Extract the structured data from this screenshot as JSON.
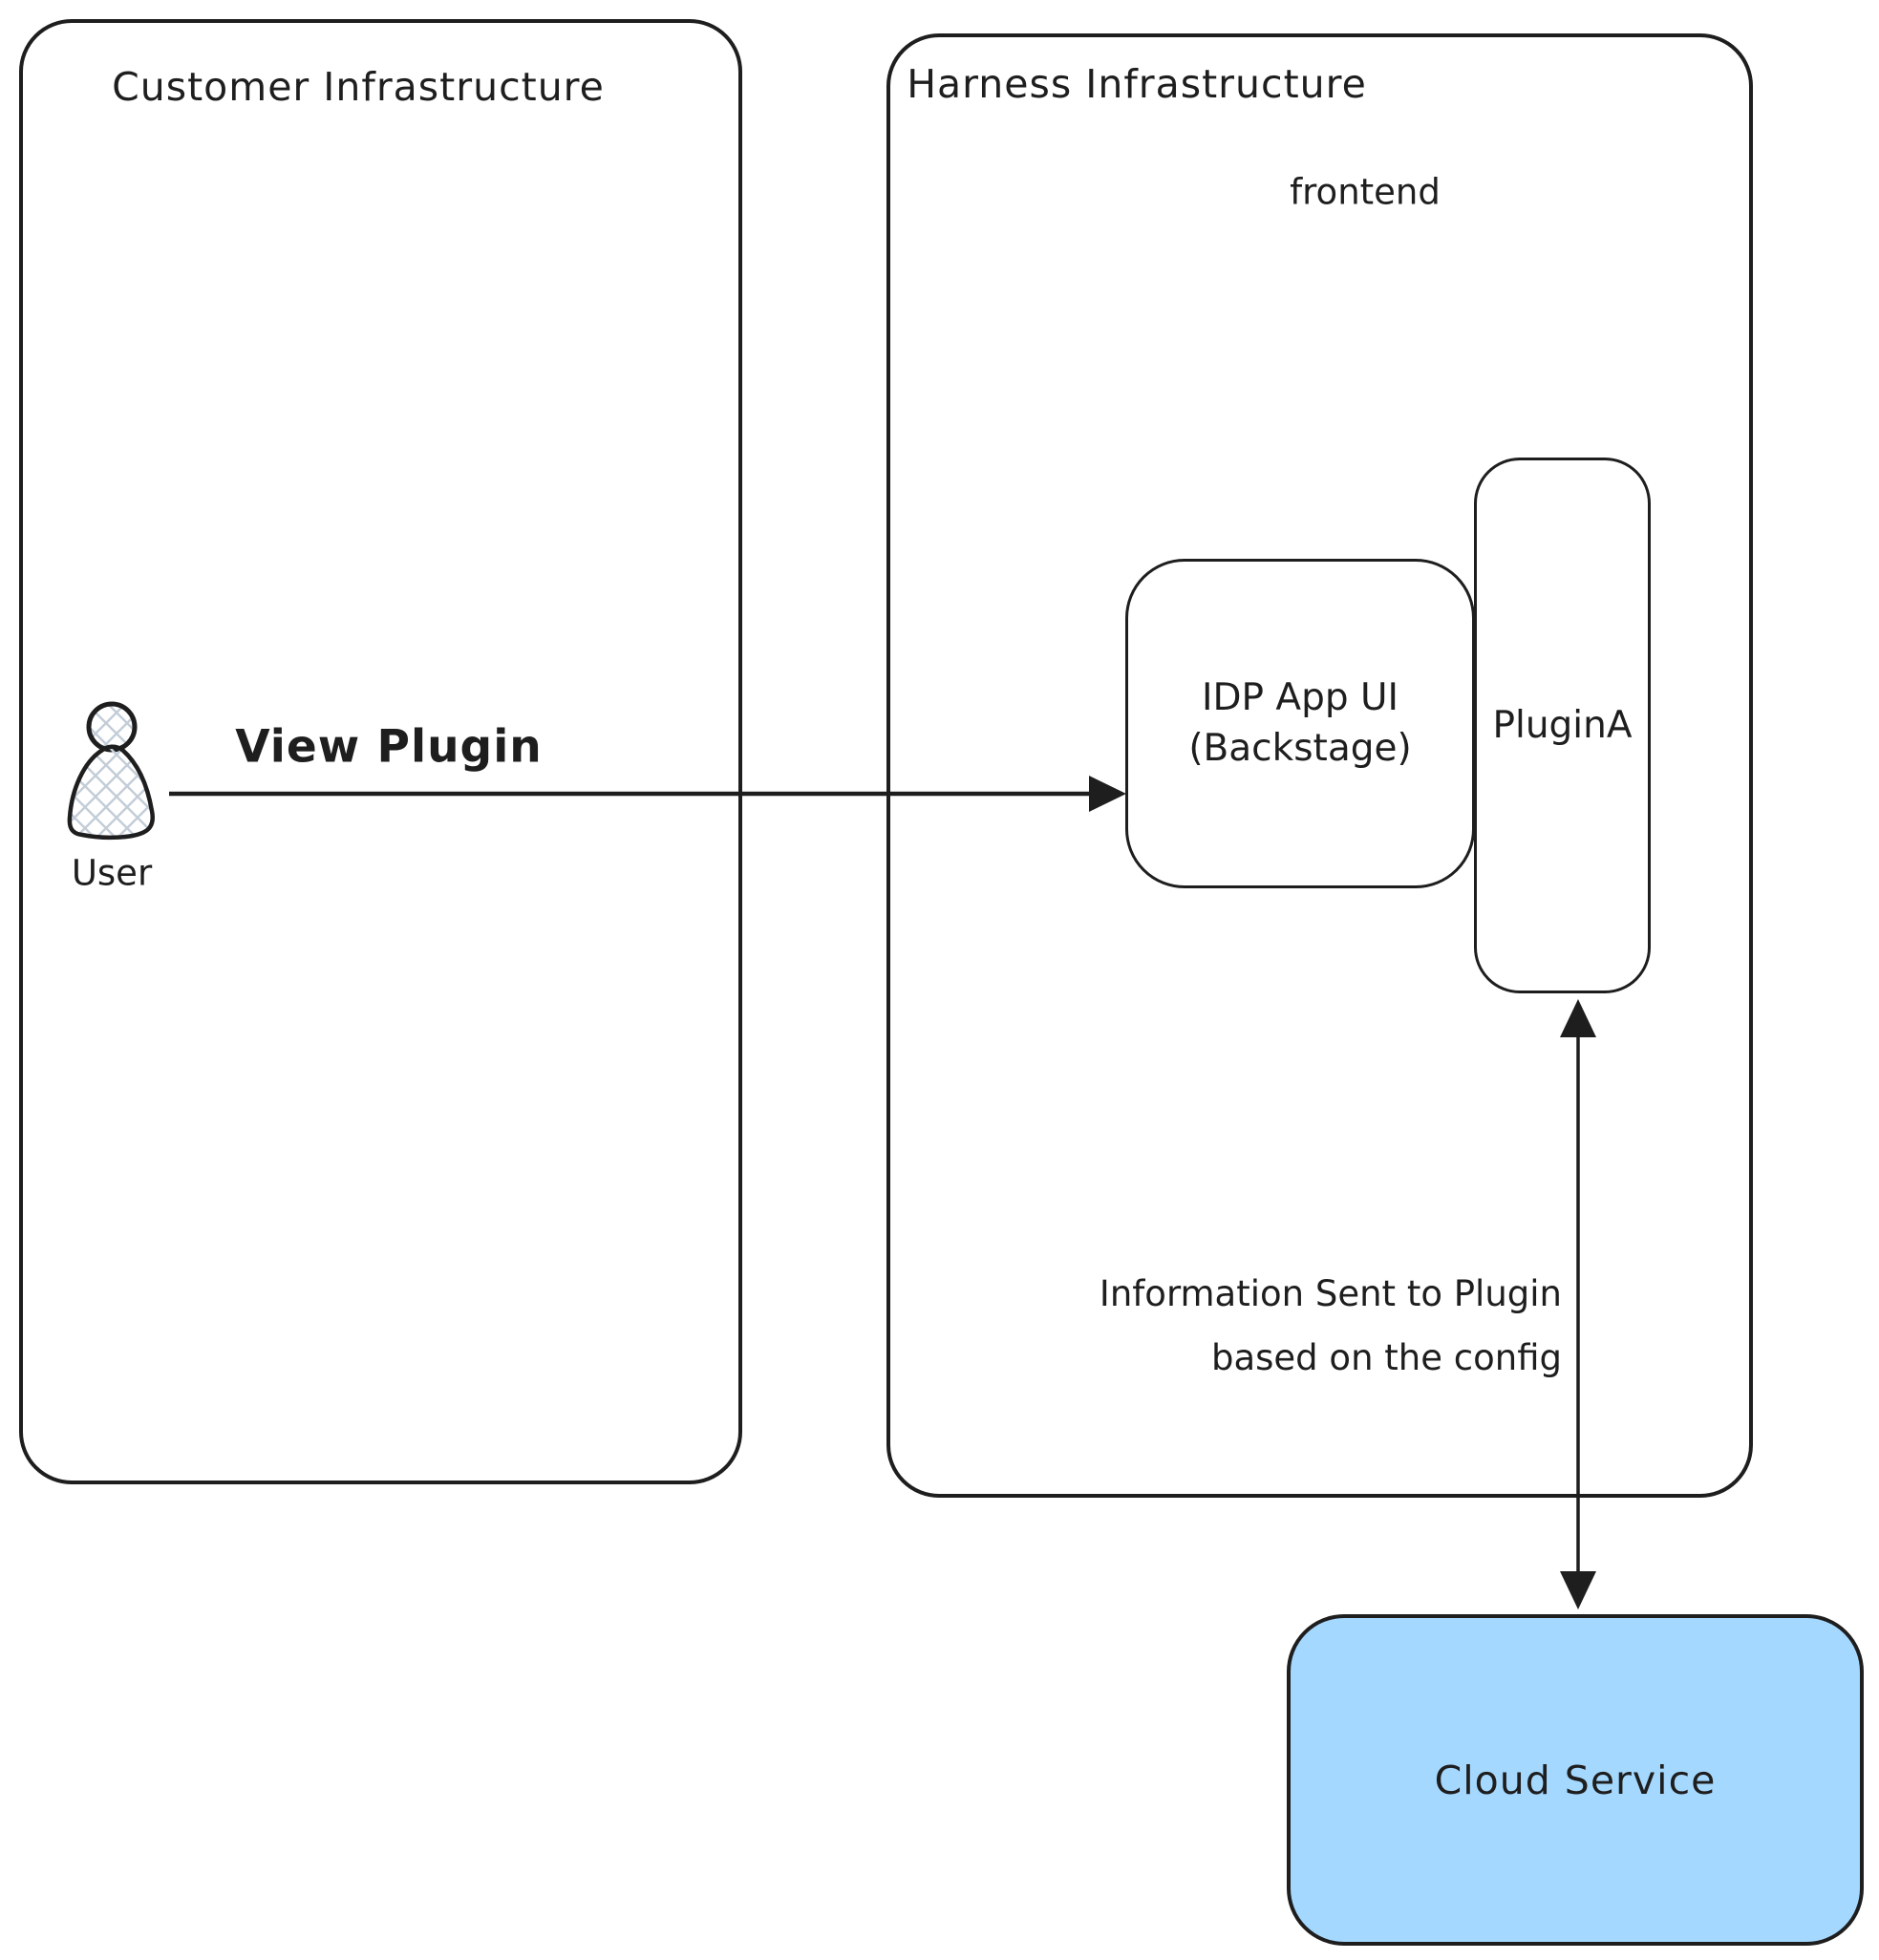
{
  "diagram": {
    "containers": {
      "customer": {
        "title": "Customer Infrastructure"
      },
      "harness": {
        "title": "Harness Infrastructure",
        "sublabel": "frontend"
      }
    },
    "nodes": {
      "idp": {
        "line1": "IDP App UI",
        "line2": "(Backstage)"
      },
      "plugin": {
        "label": "PluginA"
      },
      "cloud": {
        "label": "Cloud Service"
      }
    },
    "actors": {
      "user": {
        "label": "User"
      }
    },
    "edges": {
      "view_plugin": {
        "label": "View Plugin",
        "direction": "right"
      },
      "plugin_cloud": {
        "line1": "Information Sent to Plugin",
        "line2": "based on the config",
        "direction": "both"
      }
    },
    "colors": {
      "stroke": "#1e1e1e",
      "cloud_fill": "#a5d8ff",
      "hatch": "#c3cdd8"
    }
  }
}
